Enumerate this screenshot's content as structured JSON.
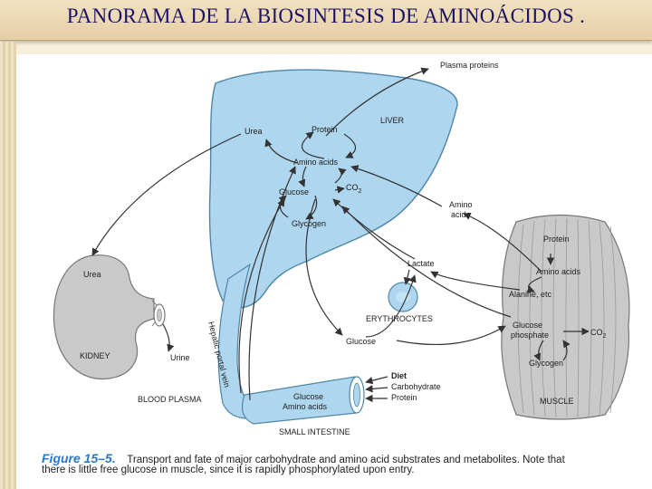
{
  "slide": {
    "title": "PANORAMA DE LA BIOSINTESIS DE  AMINOÁCIDOS ."
  },
  "figure": {
    "labels": {
      "plasma_proteins": "Plasma proteins",
      "liver": "LIVER",
      "liver_protein": "Protein",
      "urea_liver": "Urea",
      "liver_amino_acids": "Amino acids",
      "liver_glucose": "Glucose",
      "co2": "CO",
      "co2_sub": "2",
      "glycogen_liver": "Glycogen",
      "amino_acids_blood_1": "Amino",
      "amino_acids_blood_2": "acids",
      "lactate": "Lactate",
      "erythrocytes": "ERYTHROCYTES",
      "blood_glucose": "Glucose",
      "urea_kidney": "Urea",
      "kidney": "KIDNEY",
      "urine": "Urine",
      "blood_plasma": "BLOOD PLASMA",
      "hepatic_portal_vein": "Hepatic portal vein",
      "intestine_glucose": "Glucose",
      "intestine_amino_acids": "Amino acids",
      "small_intestine": "SMALL INTESTINE",
      "diet": "Diet",
      "carbohydrate": "Carbohydrate",
      "diet_protein": "Protein",
      "muscle_protein": "Protein",
      "muscle_amino_acids": "Amino acids",
      "alanine_etc": "Alanine, etc",
      "glucose_phosphate_1": "Glucose",
      "glucose_phosphate_2": "phosphate",
      "muscle_co2": "CO",
      "muscle_co2_sub": "2",
      "glycogen_muscle": "Glycogen",
      "muscle": "MUSCLE"
    },
    "caption": {
      "number": "Figure 15–5.",
      "line1": "Transport and fate of major carbohydrate and amino acid substrates and metabolites. Note that",
      "line2": "there is little free glucose in muscle, since it is rapidly phosphorylated upon entry."
    },
    "colors": {
      "organ_fill": "#aed6ee",
      "organ_stroke": "#4f86a6",
      "muscle_fill": "#c9c9c9",
      "title_text": "#1d1466",
      "figure_number": "#2a78c8"
    }
  }
}
